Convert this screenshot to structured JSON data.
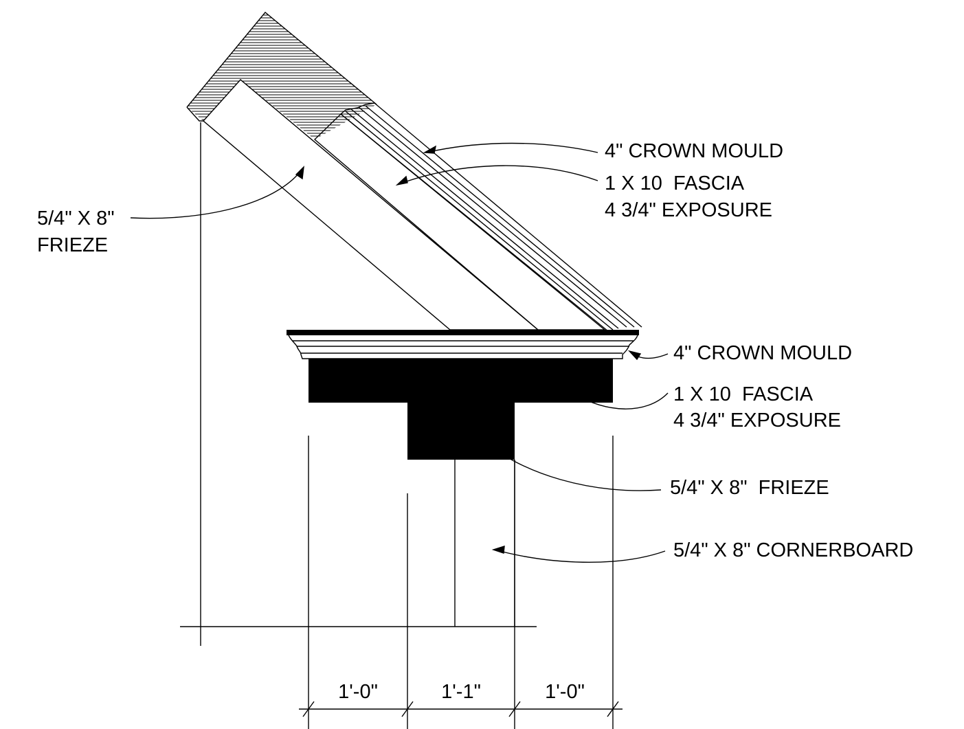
{
  "gable_labels": {
    "crown_mould": "4\" CROWN MOULD",
    "fascia_line1": "1 X 10  FASCIA",
    "fascia_line2": "4 3/4\" EXPOSURE",
    "frieze_line1": "5/4\" X 8\"",
    "frieze_line2": "FRIEZE"
  },
  "eave_labels": {
    "crown_mould": "4\" CROWN MOULD",
    "fascia_line1": "1 X 10  FASCIA",
    "fascia_line2": "4 3/4\" EXPOSURE",
    "frieze": "5/4\" X 8\"  FRIEZE",
    "cornerboard": "5/4\" X 8\" CORNERBOARD"
  },
  "dimensions": [
    "1'-0\"",
    "1'-1\"",
    "1'-0\""
  ],
  "colors": {
    "line": "#000000",
    "background": "#ffffff"
  }
}
